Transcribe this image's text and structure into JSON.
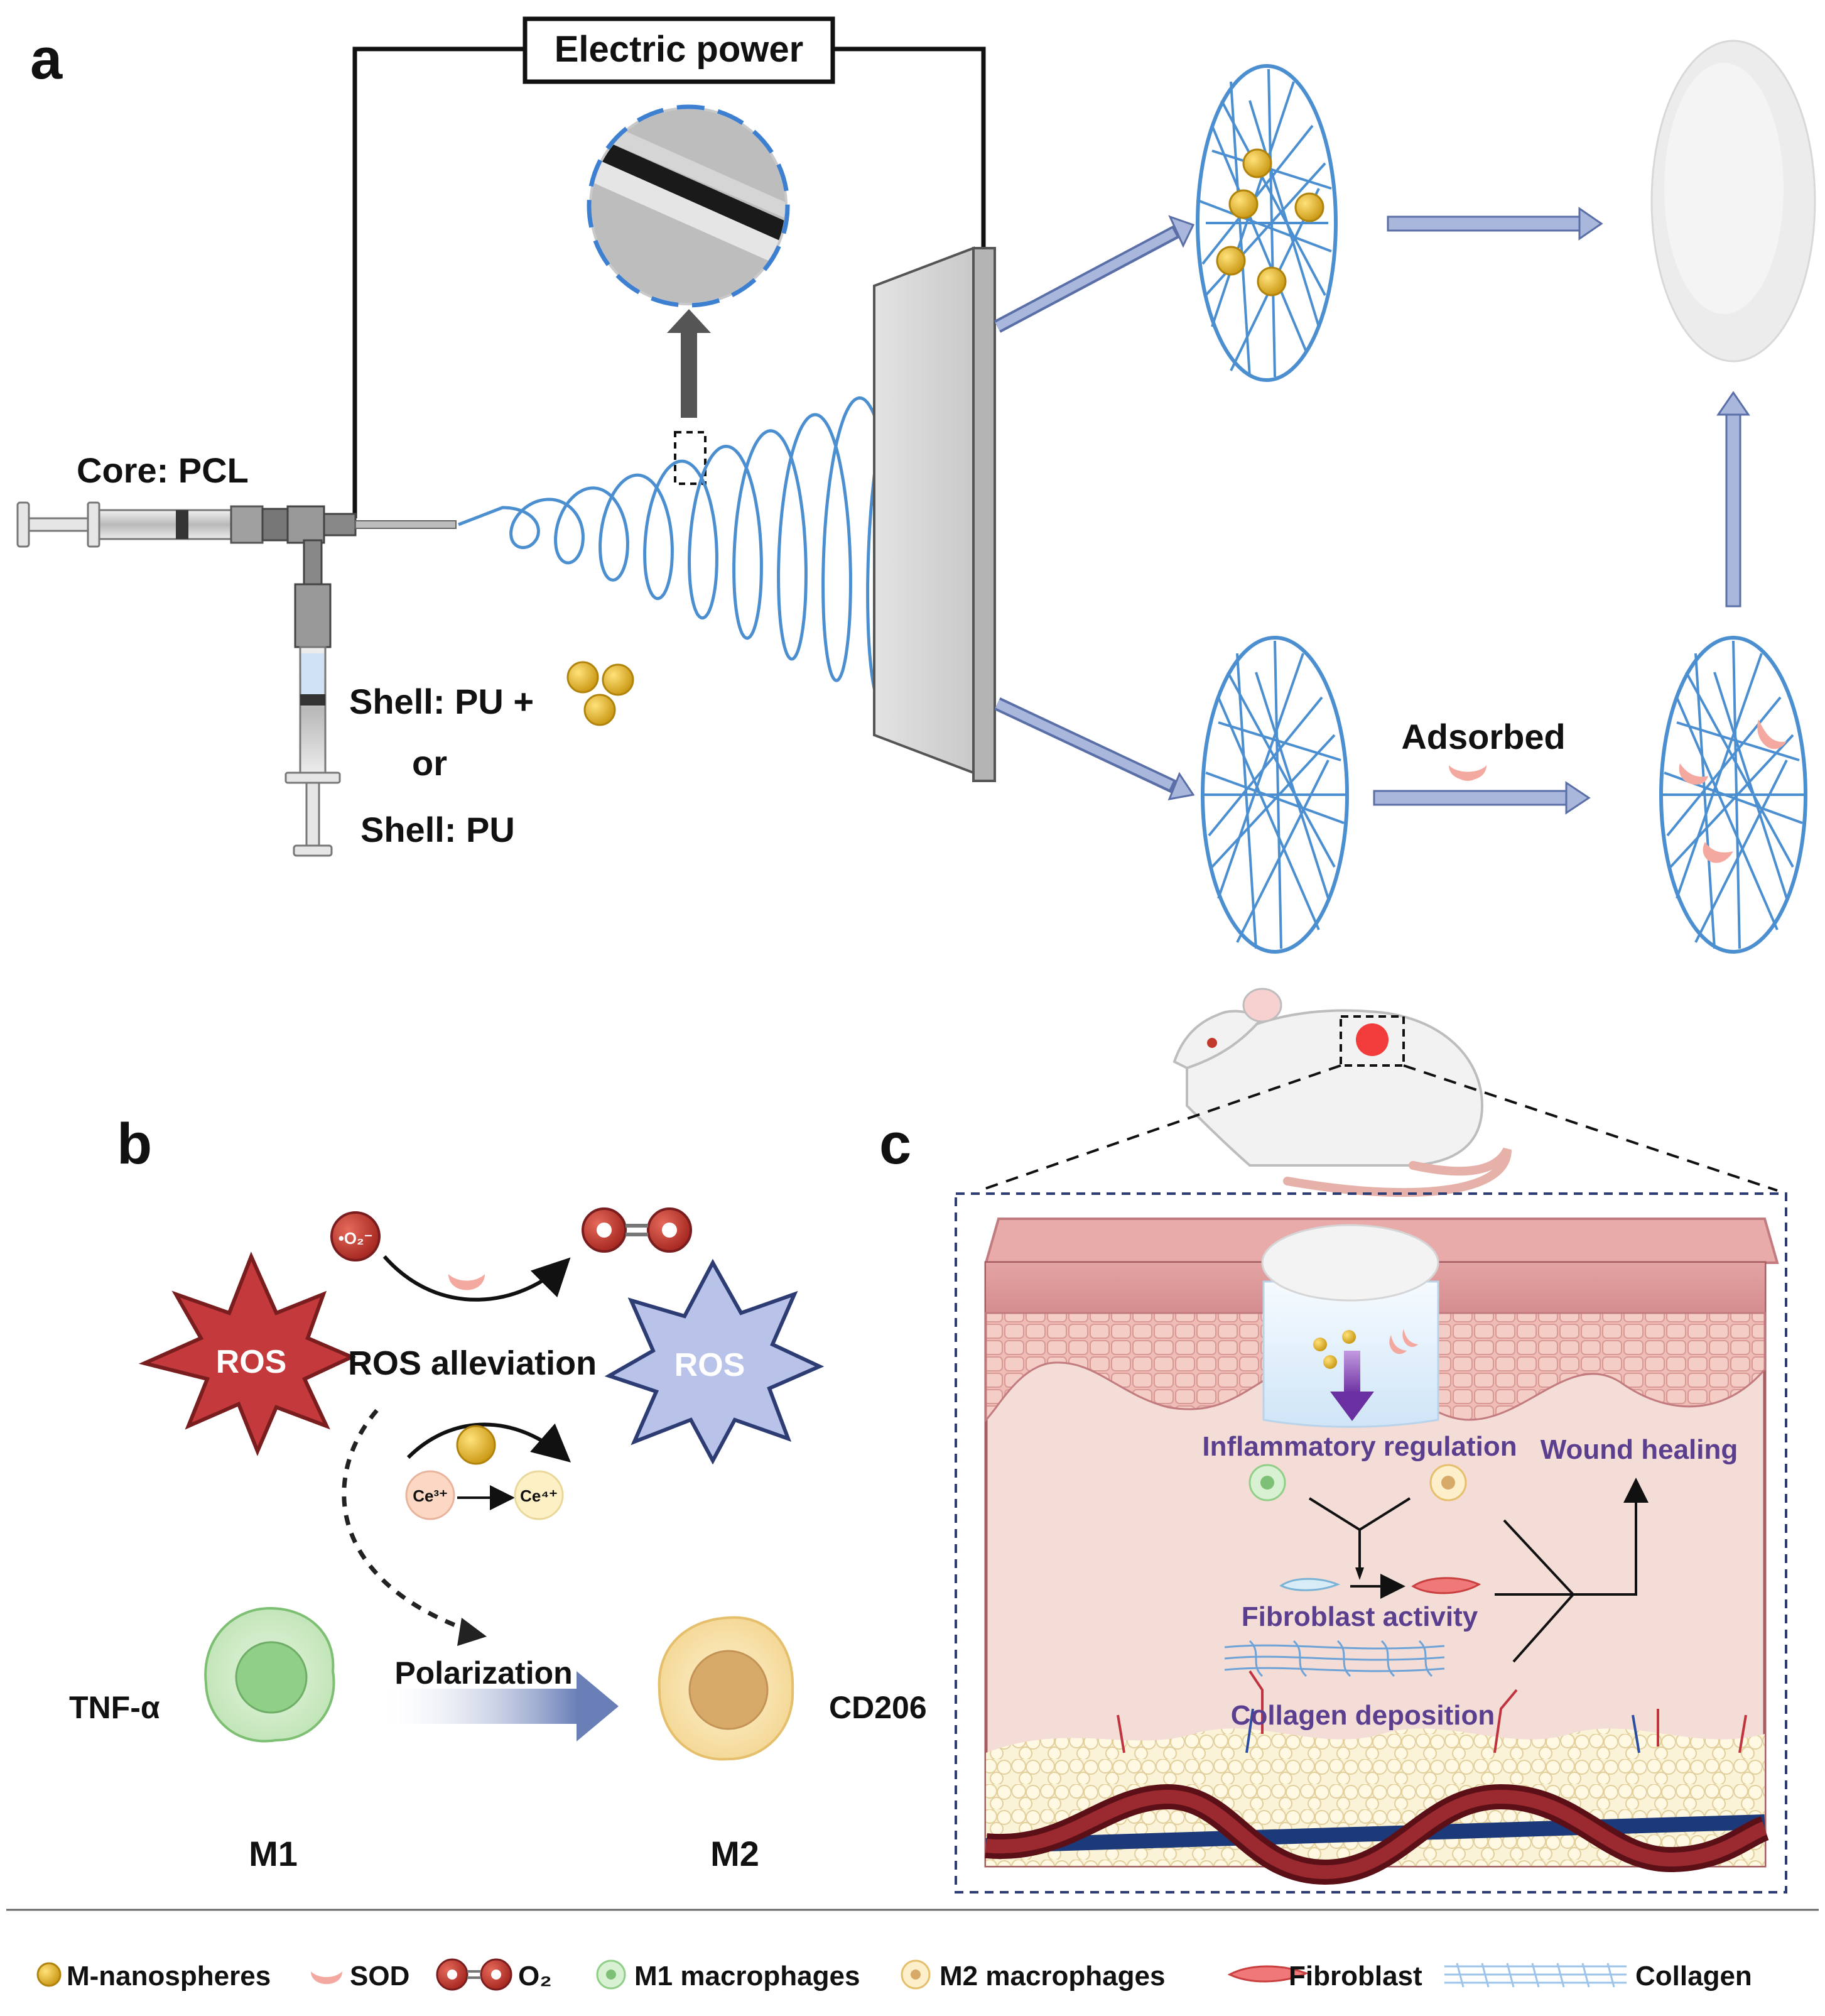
{
  "panels": {
    "a": "a",
    "b": "b",
    "c": "c"
  },
  "panel_a": {
    "power_label": "Electric power",
    "core_label": "Core: PCL",
    "shell_label_1": "Shell: PU +",
    "or_label": "or",
    "shell_label_2": "Shell: PU",
    "adsorbed_label": "Adsorbed"
  },
  "panel_b": {
    "ros_label": "ROS",
    "ros_alleviation": "ROS alleviation",
    "superoxide_label": "•O₂⁻",
    "ce3_label": "Ce³⁺",
    "ce4_label": "Ce⁴⁺",
    "polarization": "Polarization",
    "tnf_label": "TNF-α",
    "cd206_label": "CD206",
    "m1_label": "M1",
    "m2_label": "M2"
  },
  "panel_c": {
    "inflammatory": "Inflammatory regulation",
    "wound_healing": "Wound healing",
    "fibroblast_activity": "Fibroblast activity",
    "collagen_deposition": "Collagen deposition"
  },
  "legend": {
    "items": [
      {
        "label": "M-nanospheres",
        "icon": "nanosphere-icon"
      },
      {
        "label": "SOD",
        "icon": "sod-icon"
      },
      {
        "label": "O₂",
        "icon": "oxygen-molecule-icon"
      },
      {
        "label": "M1 macrophages",
        "icon": "m1-macrophage-icon"
      },
      {
        "label": "M2 macrophages",
        "icon": "m2-macrophage-icon"
      },
      {
        "label": "Fibroblast",
        "icon": "fibroblast-icon"
      },
      {
        "label": "Collagen",
        "icon": "collagen-icon"
      }
    ]
  },
  "colors": {
    "fiber_blue": "#4b8fd1",
    "nanosphere_gold": "#e8b52a",
    "sod_pink": "#f4a9a0",
    "ros_red": "#c4393b",
    "ros_lavender": "#b9c2e8",
    "m1_green": "#bfe3b6",
    "m2_yellow": "#f5dca0",
    "arrow_lavender": "#a9b7dc",
    "text_purple": "#5b3f8f"
  }
}
